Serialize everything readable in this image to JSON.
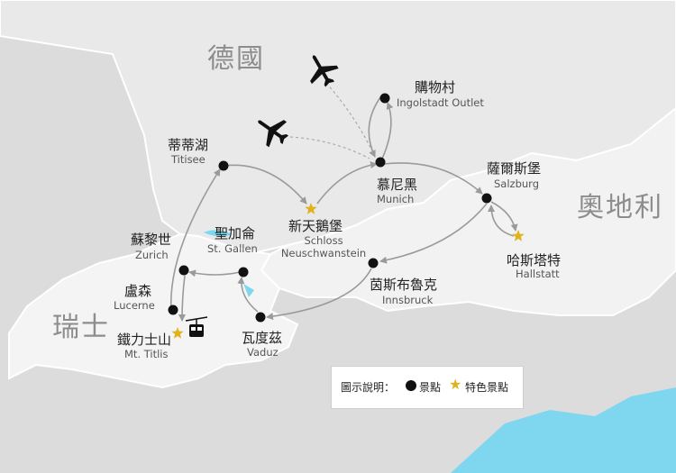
{
  "countries": {
    "germany": "德國",
    "austria": "奧地利",
    "switzerland": "瑞士"
  },
  "places": [
    {
      "id": "titisee",
      "zh": "蒂蒂湖",
      "en": "Titisee",
      "type": "spot"
    },
    {
      "id": "ingolstadt",
      "zh": "購物村",
      "en": "Ingolstadt Outlet",
      "type": "spot"
    },
    {
      "id": "munich",
      "zh": "慕尼黑",
      "en": "Munich",
      "type": "spot"
    },
    {
      "id": "salzburg",
      "zh": "薩爾斯堡",
      "en": "Salzburg",
      "type": "spot"
    },
    {
      "id": "hallstatt",
      "zh": "哈斯塔特",
      "en": "Hallstatt",
      "type": "feature"
    },
    {
      "id": "neuschwanstein",
      "zh": "新天鵝堡",
      "en": "Schloss\nNeuschwanstein",
      "type": "feature"
    },
    {
      "id": "innsbruck",
      "zh": "茵斯布魯克",
      "en": "Innsbruck",
      "type": "spot"
    },
    {
      "id": "stgallen",
      "zh": "聖加侖",
      "en": "St. Gallen",
      "type": "spot"
    },
    {
      "id": "zurich",
      "zh": "蘇黎世",
      "en": "Zurich",
      "type": "spot"
    },
    {
      "id": "lucerne",
      "zh": "盧森",
      "en": "Lucerne",
      "type": "spot"
    },
    {
      "id": "titlis",
      "zh": "鐵力士山",
      "en": "Mt. Titlis",
      "type": "feature"
    },
    {
      "id": "vaduz",
      "zh": "瓦度茲",
      "en": "Vaduz",
      "type": "spot"
    }
  ],
  "legend": {
    "title": "圖示說明：",
    "spot": "景點",
    "feature": "特色景點"
  },
  "colors": {
    "sea": "#ffffff",
    "land": "#dcdcdc",
    "germany": "#e9e9e9",
    "austria": "#f2f2f2",
    "lake": "#7fd6ef",
    "route": "#9a9a9a",
    "spot": "#111111",
    "feature": "#e0b21b"
  },
  "icons": [
    "plane-icon",
    "plane-icon",
    "cable-car-icon"
  ]
}
